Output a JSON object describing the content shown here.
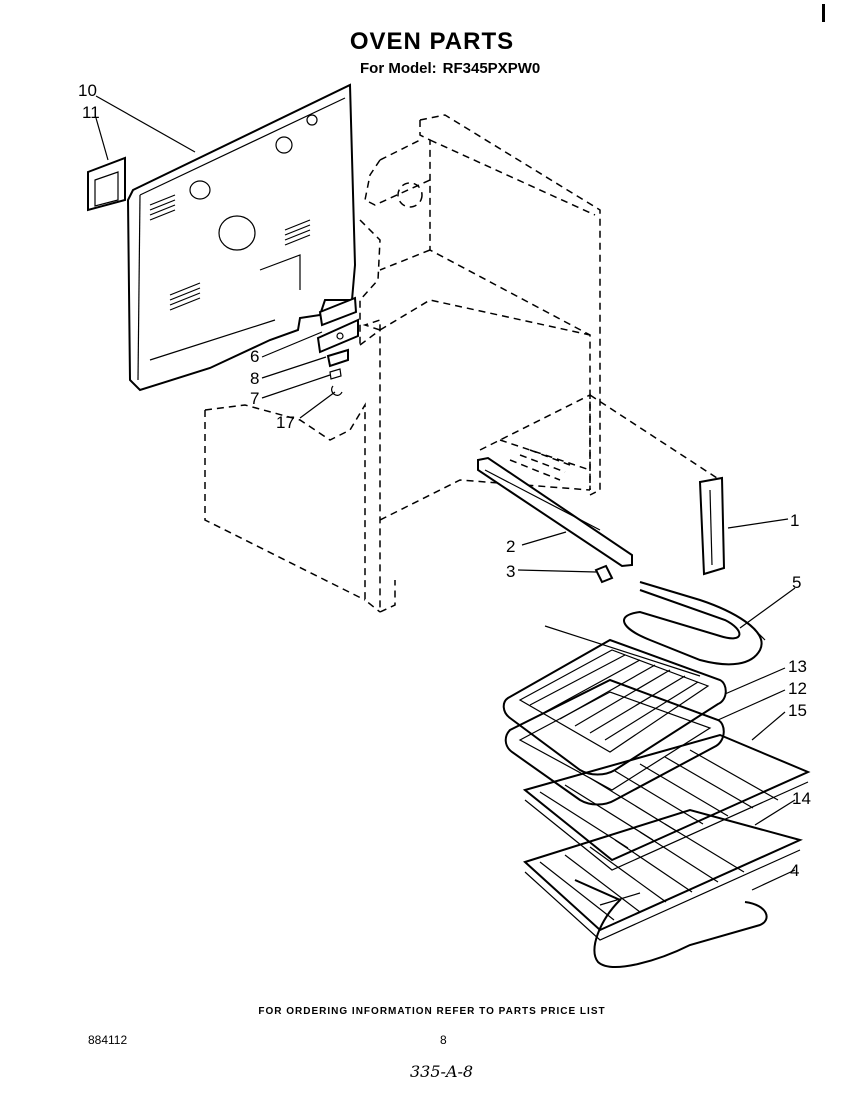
{
  "header": {
    "title": "OVEN PARTS",
    "model_label": "For Model:",
    "model_number": "RF345PXPW0"
  },
  "footer": {
    "ordering_note": "FOR ORDERING INFORMATION REFER TO PARTS PRICE LIST",
    "document_number": "884112",
    "page_number": "8",
    "handwritten_ref": "335-A-8"
  },
  "callouts": {
    "c1": "1",
    "c2": "2",
    "c3": "3",
    "c4": "4",
    "c5": "5",
    "c6": "6",
    "c7": "7",
    "c8": "8",
    "c10": "10",
    "c11": "11",
    "c12": "12",
    "c13": "13",
    "c14": "14",
    "c15": "15",
    "c17": "17"
  }
}
